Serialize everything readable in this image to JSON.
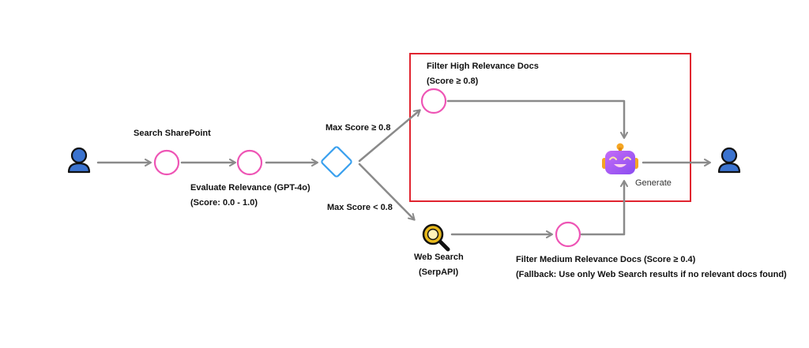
{
  "colors": {
    "edge": "#8a8a8a",
    "node_ring": "#ee55b5",
    "decision": "#3aa0ee",
    "highlight_box": "#e0242f",
    "user": "#3b73cf",
    "magnifier": "#e8b91c"
  },
  "icons": {
    "start_user": "user-icon",
    "end_user": "user-icon",
    "web_search": "magnifier-icon",
    "generator": "robot-icon"
  },
  "nodes": {
    "search_sharepoint": {
      "label": "Search SharePoint"
    },
    "evaluate_relevance": {
      "label": "Evaluate Relevance (GPT-4o)",
      "sublabel": "(Score: 0.0 - 1.0)"
    },
    "decision": {
      "high_branch": "Max Score ≥ 0.8",
      "low_branch": "Max Score < 0.8"
    },
    "filter_high": {
      "label": "Filter High Relevance Docs",
      "sublabel": "(Score ≥ 0.8)"
    },
    "web_search": {
      "label": "Web Search",
      "sublabel": "(SerpAPI)"
    },
    "filter_medium": {
      "label": "Filter Medium Relevance Docs (Score ≥ 0.4)",
      "sublabel": "(Fallback: Use only Web Search results if no relevant docs found)"
    },
    "generate": {
      "label": "Generate"
    }
  }
}
